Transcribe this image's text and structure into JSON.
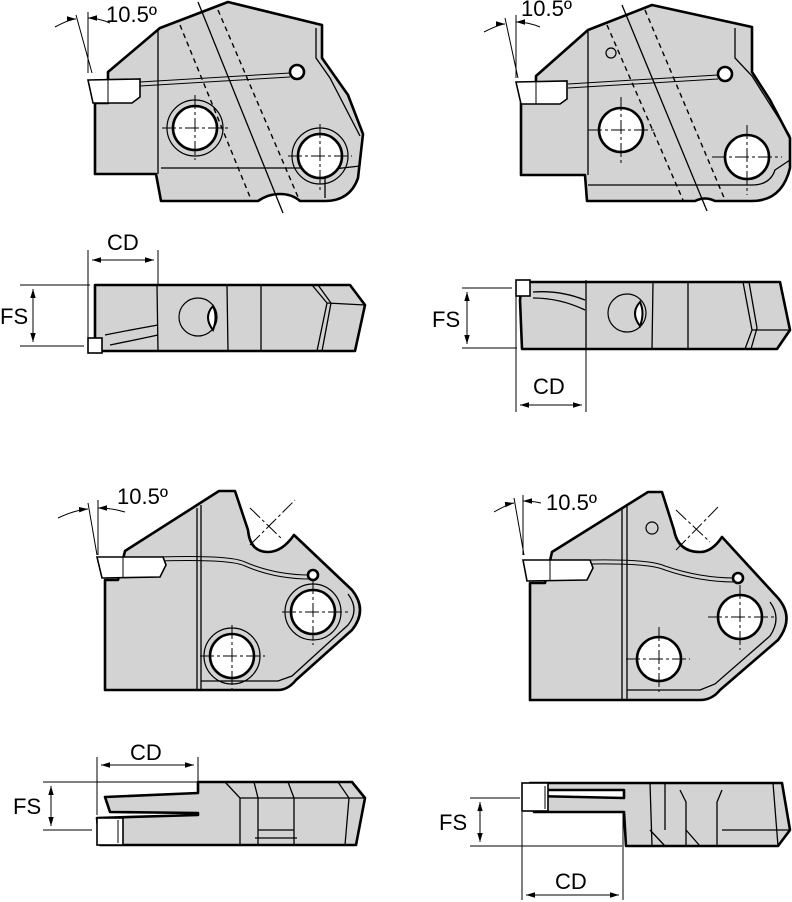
{
  "diagram": {
    "type": "technical-drawing",
    "subject": "cut-off / grooving cartridge heads (4 variants, top + side views)",
    "colors": {
      "body_fill": "#d3d3d3",
      "outline": "#000000",
      "background": "#ffffff"
    }
  },
  "views": [
    {
      "id": "top-left",
      "top_view": {
        "angle_label": "10.5º"
      },
      "side_view": {
        "cd_label": "CD",
        "fs_label": "FS"
      }
    },
    {
      "id": "top-right",
      "top_view": {
        "angle_label": "10.5º"
      },
      "side_view": {
        "cd_label": "CD",
        "fs_label": "FS"
      }
    },
    {
      "id": "bottom-left",
      "top_view": {
        "angle_label": "10.5º"
      },
      "side_view": {
        "cd_label": "CD",
        "fs_label": "FS"
      }
    },
    {
      "id": "bottom-right",
      "top_view": {
        "angle_label": "10.5º"
      },
      "side_view": {
        "cd_label": "CD",
        "fs_label": "FS"
      }
    }
  ]
}
